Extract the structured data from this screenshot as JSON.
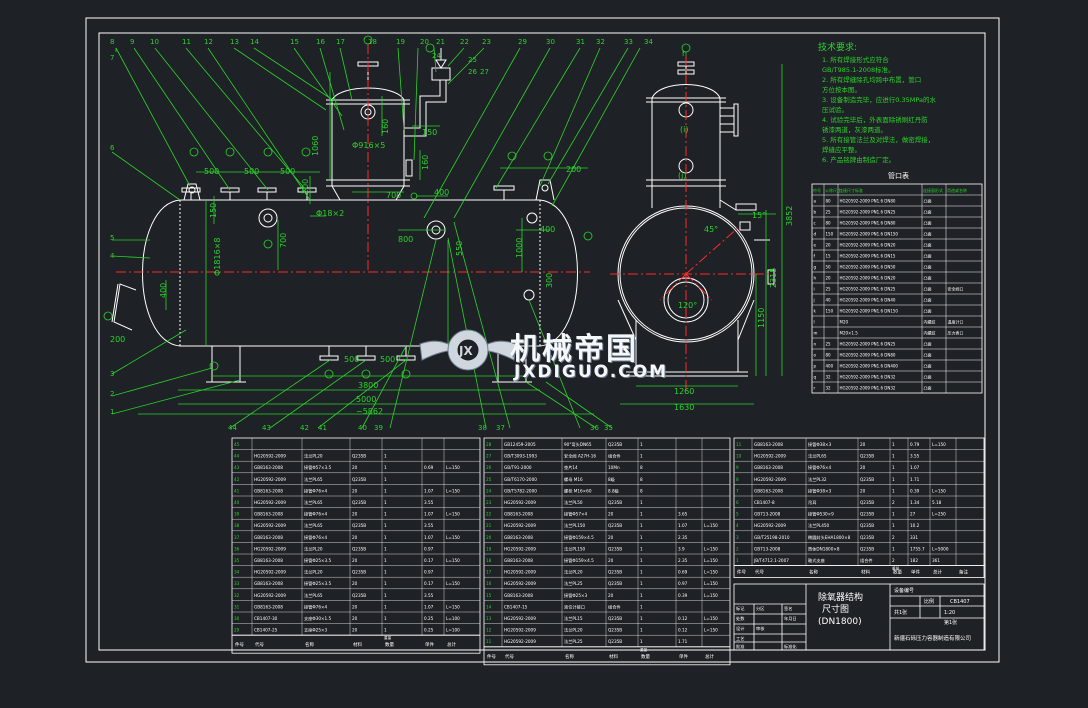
{
  "colors": {
    "background": "#1e2125",
    "frame": "#ffffff",
    "outline": "#ffffff",
    "dimension": "#2bd42b",
    "centerline": "#ff2a2a",
    "leader": "#2bd42b"
  },
  "technical_requirements": {
    "title": "技术要求:",
    "items": [
      "1. 所有焊接形式应符合",
      "   GB/T985.1-2008标准。",
      "2. 所有焊缝除孔均跨中布置，管口",
      "   方位按本图。",
      "3. 设备制造完毕，应进行0.35MPa的水",
      "   压试验。",
      "4. 试验完毕后，外表面除锈刷红丹防",
      "   锈漆两道，灰漆两道。",
      "5. 所有接管法兰及对焊法，做密焊接，",
      "   焊缝应平整。",
      "6. 产品铭牌由制造厂定。"
    ]
  },
  "nozzle_table": {
    "title": "管口表",
    "headers": [
      "符号",
      "公称尺寸",
      "连接尺寸标准",
      "连接面形式",
      "用途或名称"
    ],
    "rows": [
      [
        "a",
        "80",
        "HG20592-2009 PN1.6 DN80",
        "凸面",
        ""
      ],
      [
        "b",
        "25",
        "HG20592-2009 PN1.6 DN25",
        "凸面",
        ""
      ],
      [
        "c",
        "80",
        "HG20592-2009 PN1.6 DN80",
        "凸面",
        ""
      ],
      [
        "d",
        "150",
        "HG20592-2009 PN1.6 DN150",
        "凸面",
        ""
      ],
      [
        "e",
        "20",
        "HG20592-2009 PN1.6 DN20",
        "凸面",
        ""
      ],
      [
        "f",
        "15",
        "HG20592-2009 PN1.6 DN15",
        "凸面",
        ""
      ],
      [
        "g",
        "50",
        "HG20592-2009 PN1.6 DN50",
        "凸面",
        ""
      ],
      [
        "h",
        "20",
        "HG20592-2009 PN1.6 DN20",
        "凸面",
        ""
      ],
      [
        "i",
        "25",
        "HG20592-2009 PN1.6 DN25",
        "凸面",
        "安全阀口"
      ],
      [
        "j",
        "40",
        "HG20592-2009 PN1.6 DN40",
        "凸面",
        ""
      ],
      [
        "k",
        "150",
        "HG20592-2009 PN1.6 DN150",
        "凸面",
        ""
      ],
      [
        "l",
        "",
        "M20",
        "内螺纹",
        "温度计口"
      ],
      [
        "m",
        "",
        "M20×1.5",
        "内螺纹",
        "压力表口"
      ],
      [
        "n",
        "25",
        "HG20592-2009 PN1.6 DN25",
        "凸面",
        ""
      ],
      [
        "o",
        "80",
        "HG20592-2009 PN1.6 DN80",
        "凸面",
        ""
      ],
      [
        "p",
        "400",
        "HG20592-2009 PN1.6 DN400",
        "凸面",
        ""
      ],
      [
        "q",
        "32",
        "HG20592-2009 PN1.6 DN32",
        "凸面",
        ""
      ],
      [
        "r",
        "32",
        "HG20592-2009 PN1.6 DN32",
        "凸面",
        ""
      ]
    ]
  },
  "bom": {
    "col1": [
      [
        "45",
        "",
        "",
        "",
        "",
        "",
        "",
        ""
      ],
      [
        "44",
        "HG20592-2009",
        "法兰PL20",
        "Q235B",
        "1",
        "",
        "",
        ""
      ],
      [
        "43",
        "GB8163-2008",
        "接管Φ57×3.5",
        "20",
        "1",
        "0.69",
        "L=150",
        ""
      ],
      [
        "42",
        "HG20592-2009",
        "法兰PL65",
        "Q235B",
        "1",
        "",
        "",
        ""
      ],
      [
        "41",
        "GB8163-2008",
        "接管Φ76×4",
        "20",
        "1",
        "1.07",
        "L=150",
        ""
      ],
      [
        "40",
        "HG20592-2009",
        "法兰PL65",
        "Q235B",
        "1",
        "3.55",
        "",
        ""
      ],
      [
        "39",
        "GB8163-2008",
        "接管Φ76×4",
        "20",
        "1",
        "1.07",
        "L=150",
        ""
      ],
      [
        "38",
        "HG20592-2009",
        "法兰PL65",
        "Q235B",
        "1",
        "3.55",
        "",
        ""
      ],
      [
        "37",
        "GB8163-2008",
        "接管Φ76×4",
        "20",
        "1",
        "1.07",
        "L=150",
        ""
      ],
      [
        "36",
        "HG20592-2009",
        "法兰PL20",
        "Q235B",
        "1",
        "0.97",
        "",
        ""
      ],
      [
        "35",
        "GB8163-2008",
        "接管Φ25×3.5",
        "20",
        "1",
        "0.17",
        "L=150",
        ""
      ],
      [
        "34",
        "HG20592-2009",
        "法兰PL20",
        "Q235B",
        "1",
        "0.97",
        "",
        ""
      ],
      [
        "33",
        "GB8163-2008",
        "接管Φ25×3.5",
        "20",
        "1",
        "0.17",
        "L=150",
        ""
      ],
      [
        "32",
        "HG20592-2009",
        "法兰PL65",
        "Q235B",
        "1",
        "3.55",
        "",
        ""
      ],
      [
        "31",
        "GB8163-2008",
        "接管Φ76×4",
        "20",
        "1",
        "1.07",
        "L=150",
        ""
      ],
      [
        "30",
        "CB1407-30",
        "支座Φ30×1.5",
        "20",
        "1",
        "0.25",
        "L=100",
        ""
      ],
      [
        "29",
        "CB1407-25",
        "支座Φ25×3",
        "20",
        "1",
        "0.25",
        "L=100",
        ""
      ]
    ],
    "col2": [
      [
        "28",
        "GB12459-2005",
        "90°弯头DN65",
        "Q235B",
        "1",
        "",
        "",
        ""
      ],
      [
        "27",
        "GB/T3093-1993",
        "安全阀 A27H-16",
        "组合件",
        "1",
        "",
        "",
        ""
      ],
      [
        "26",
        "GB/T91-2000",
        "垫片14",
        "10Mn",
        "8",
        "",
        "",
        ""
      ],
      [
        "25",
        "GB/T6170-2000",
        "螺母 M16",
        "8级",
        "8",
        "",
        "",
        ""
      ],
      [
        "24",
        "GB/T5782-2000",
        "螺栓 M16×60",
        "8.8级",
        "8",
        "",
        "",
        ""
      ],
      [
        "23",
        "HG20592-2009",
        "法兰PL50",
        "Q235B",
        "1",
        "",
        "",
        ""
      ],
      [
        "22",
        "GB8163-2008",
        "接管Φ57×4",
        "20",
        "1",
        "3.65",
        "",
        ""
      ],
      [
        "21",
        "HG20592-2009",
        "法兰PL150",
        "Q235B",
        "1",
        "1.07",
        "L=150",
        ""
      ],
      [
        "20",
        "GB8163-2008",
        "接管Φ159×4.5",
        "20",
        "1",
        "2.35",
        "",
        ""
      ],
      [
        "19",
        "HG20592-2009",
        "法兰PL150",
        "Q235B",
        "1",
        "3.9",
        "L=150",
        ""
      ],
      [
        "18",
        "GB8163-2008",
        "接管Φ159×4.5",
        "20",
        "1",
        "2.35",
        "L=150",
        ""
      ],
      [
        "17",
        "HG20592-2009",
        "法兰PL20",
        "Q235B",
        "1",
        "0.69",
        "L=150",
        ""
      ],
      [
        "16",
        "HG20592-2009",
        "法兰PL25",
        "Q235B",
        "1",
        "0.97",
        "L=150",
        ""
      ],
      [
        "15",
        "GB8163-2008",
        "接管Φ25×3",
        "20",
        "1",
        "0.39",
        "L=150",
        ""
      ],
      [
        "14",
        "CB1407-15",
        "液位计接口",
        "组合件",
        "1",
        "",
        "",
        ""
      ],
      [
        "13",
        "HG20592-2009",
        "法兰PL15",
        "Q235B",
        "1",
        "0.12",
        "L=150",
        ""
      ],
      [
        "12",
        "HG20592-2009",
        "法兰PL20",
        "Q235B",
        "1",
        "0.12",
        "L=150",
        ""
      ],
      [
        "11",
        "HG20592-2009",
        "法兰PL25",
        "Q235B",
        "1",
        "1.71",
        "",
        ""
      ]
    ],
    "col3": [
      [
        "11",
        "GB8163-2008",
        "接管Φ38×3",
        "20",
        "1",
        "0.79",
        "L=150",
        ""
      ],
      [
        "10",
        "HG20592-2009",
        "法兰PL65",
        "Q235B",
        "1",
        "3.55",
        "",
        ""
      ],
      [
        "9",
        "GB8163-2008",
        "接管Φ76×4",
        "20",
        "1",
        "1.07",
        "",
        ""
      ],
      [
        "8",
        "HG20592-2009",
        "法兰PL32",
        "Q235B",
        "1",
        "1.71",
        "",
        ""
      ],
      [
        "7",
        "GB8163-2008",
        "接管Φ38×3",
        "20",
        "1",
        "0.39",
        "L=150",
        ""
      ],
      [
        "6",
        "CB1407-8",
        "吊耳",
        "Q235B",
        "2",
        "1.34",
        "5.18",
        ""
      ],
      [
        "5",
        "GB713-2008",
        "接管Φ530×9",
        "Q235B",
        "1",
        "27",
        "L=250",
        ""
      ],
      [
        "4",
        "HG20592-2009",
        "法兰PL450",
        "Q235B",
        "1",
        "10.2",
        "",
        ""
      ],
      [
        "3",
        "GB/T25198-2010",
        "椭圆封头EHA1800×8",
        "Q235B",
        "2",
        "331",
        "",
        ""
      ],
      [
        "2",
        "GB713-2008",
        "筒体DN1800×8",
        "Q235B",
        "1",
        "1755.7",
        "L=5000",
        ""
      ],
      [
        "1",
        "JB/T4712.1-2007",
        "鞍式支座",
        "组合件",
        "2",
        "182",
        "361",
        ""
      ]
    ],
    "footer": [
      "件号",
      "代号",
      "名称",
      "材料",
      "数量",
      "单件",
      "总计",
      "备注"
    ],
    "weight_label": "重量"
  },
  "title_block": {
    "title_line1": "除氧器结构",
    "title_line2": "尺寸图",
    "title_line3": "(DN1800)",
    "drawing_no_label": "设备编号",
    "drawing_no": "CB1407",
    "scale_label": "比例",
    "scale": "1:20",
    "sheet": "共1张",
    "sheet_of": "第1张",
    "company": "新疆石砾压力容器制造有限公司",
    "roles": [
      "标记",
      "处数",
      "分区",
      "签名",
      "年月日",
      "设计",
      "审核",
      "工艺",
      "批准",
      "标准化"
    ]
  },
  "labels": {
    "part_numbers_top": [
      "8",
      "9",
      "10",
      "11",
      "12",
      "13",
      "14",
      "15",
      "16",
      "17",
      "18",
      "19",
      "20",
      "21",
      "22",
      "23",
      "24",
      "25",
      "26",
      "27",
      "29",
      "30",
      "31",
      "32",
      "33",
      "34"
    ],
    "part_numbers_left": [
      "7",
      "6",
      "5",
      "4",
      "3",
      "2",
      "1"
    ],
    "part_numbers_bottom": [
      "44",
      "43",
      "42",
      "41",
      "40",
      "39",
      "38",
      "37",
      "36",
      "35"
    ],
    "dims": {
      "d_top_shell": "Φ916×5",
      "h_1060": "1060",
      "h_160": "160",
      "h_150": "150",
      "d18": "Φ18×2",
      "w_700": "700",
      "w_800": "800",
      "w_400": "400",
      "w_500": "500",
      "w_200": "200",
      "d_main": "Φ1816×8",
      "h_700": "700",
      "h_550": "550",
      "h_1000": "1000",
      "h_300": "300",
      "h_400": "400",
      "w_3800": "3800",
      "w_5000": "5000",
      "w_5862": "~5862",
      "w_1260": "1260",
      "w_1630": "1630",
      "h_3852": "3852",
      "h_2315": "2315",
      "h_1150": "1150",
      "angle_120": "120°",
      "angle_45": "45°",
      "angle_15": "15°",
      "side_i": "(i)",
      "side_j": "(j)",
      "side_h": "h"
    }
  },
  "watermark": {
    "cn": "机械帝国",
    "en": "JXDIGUO.COM"
  }
}
